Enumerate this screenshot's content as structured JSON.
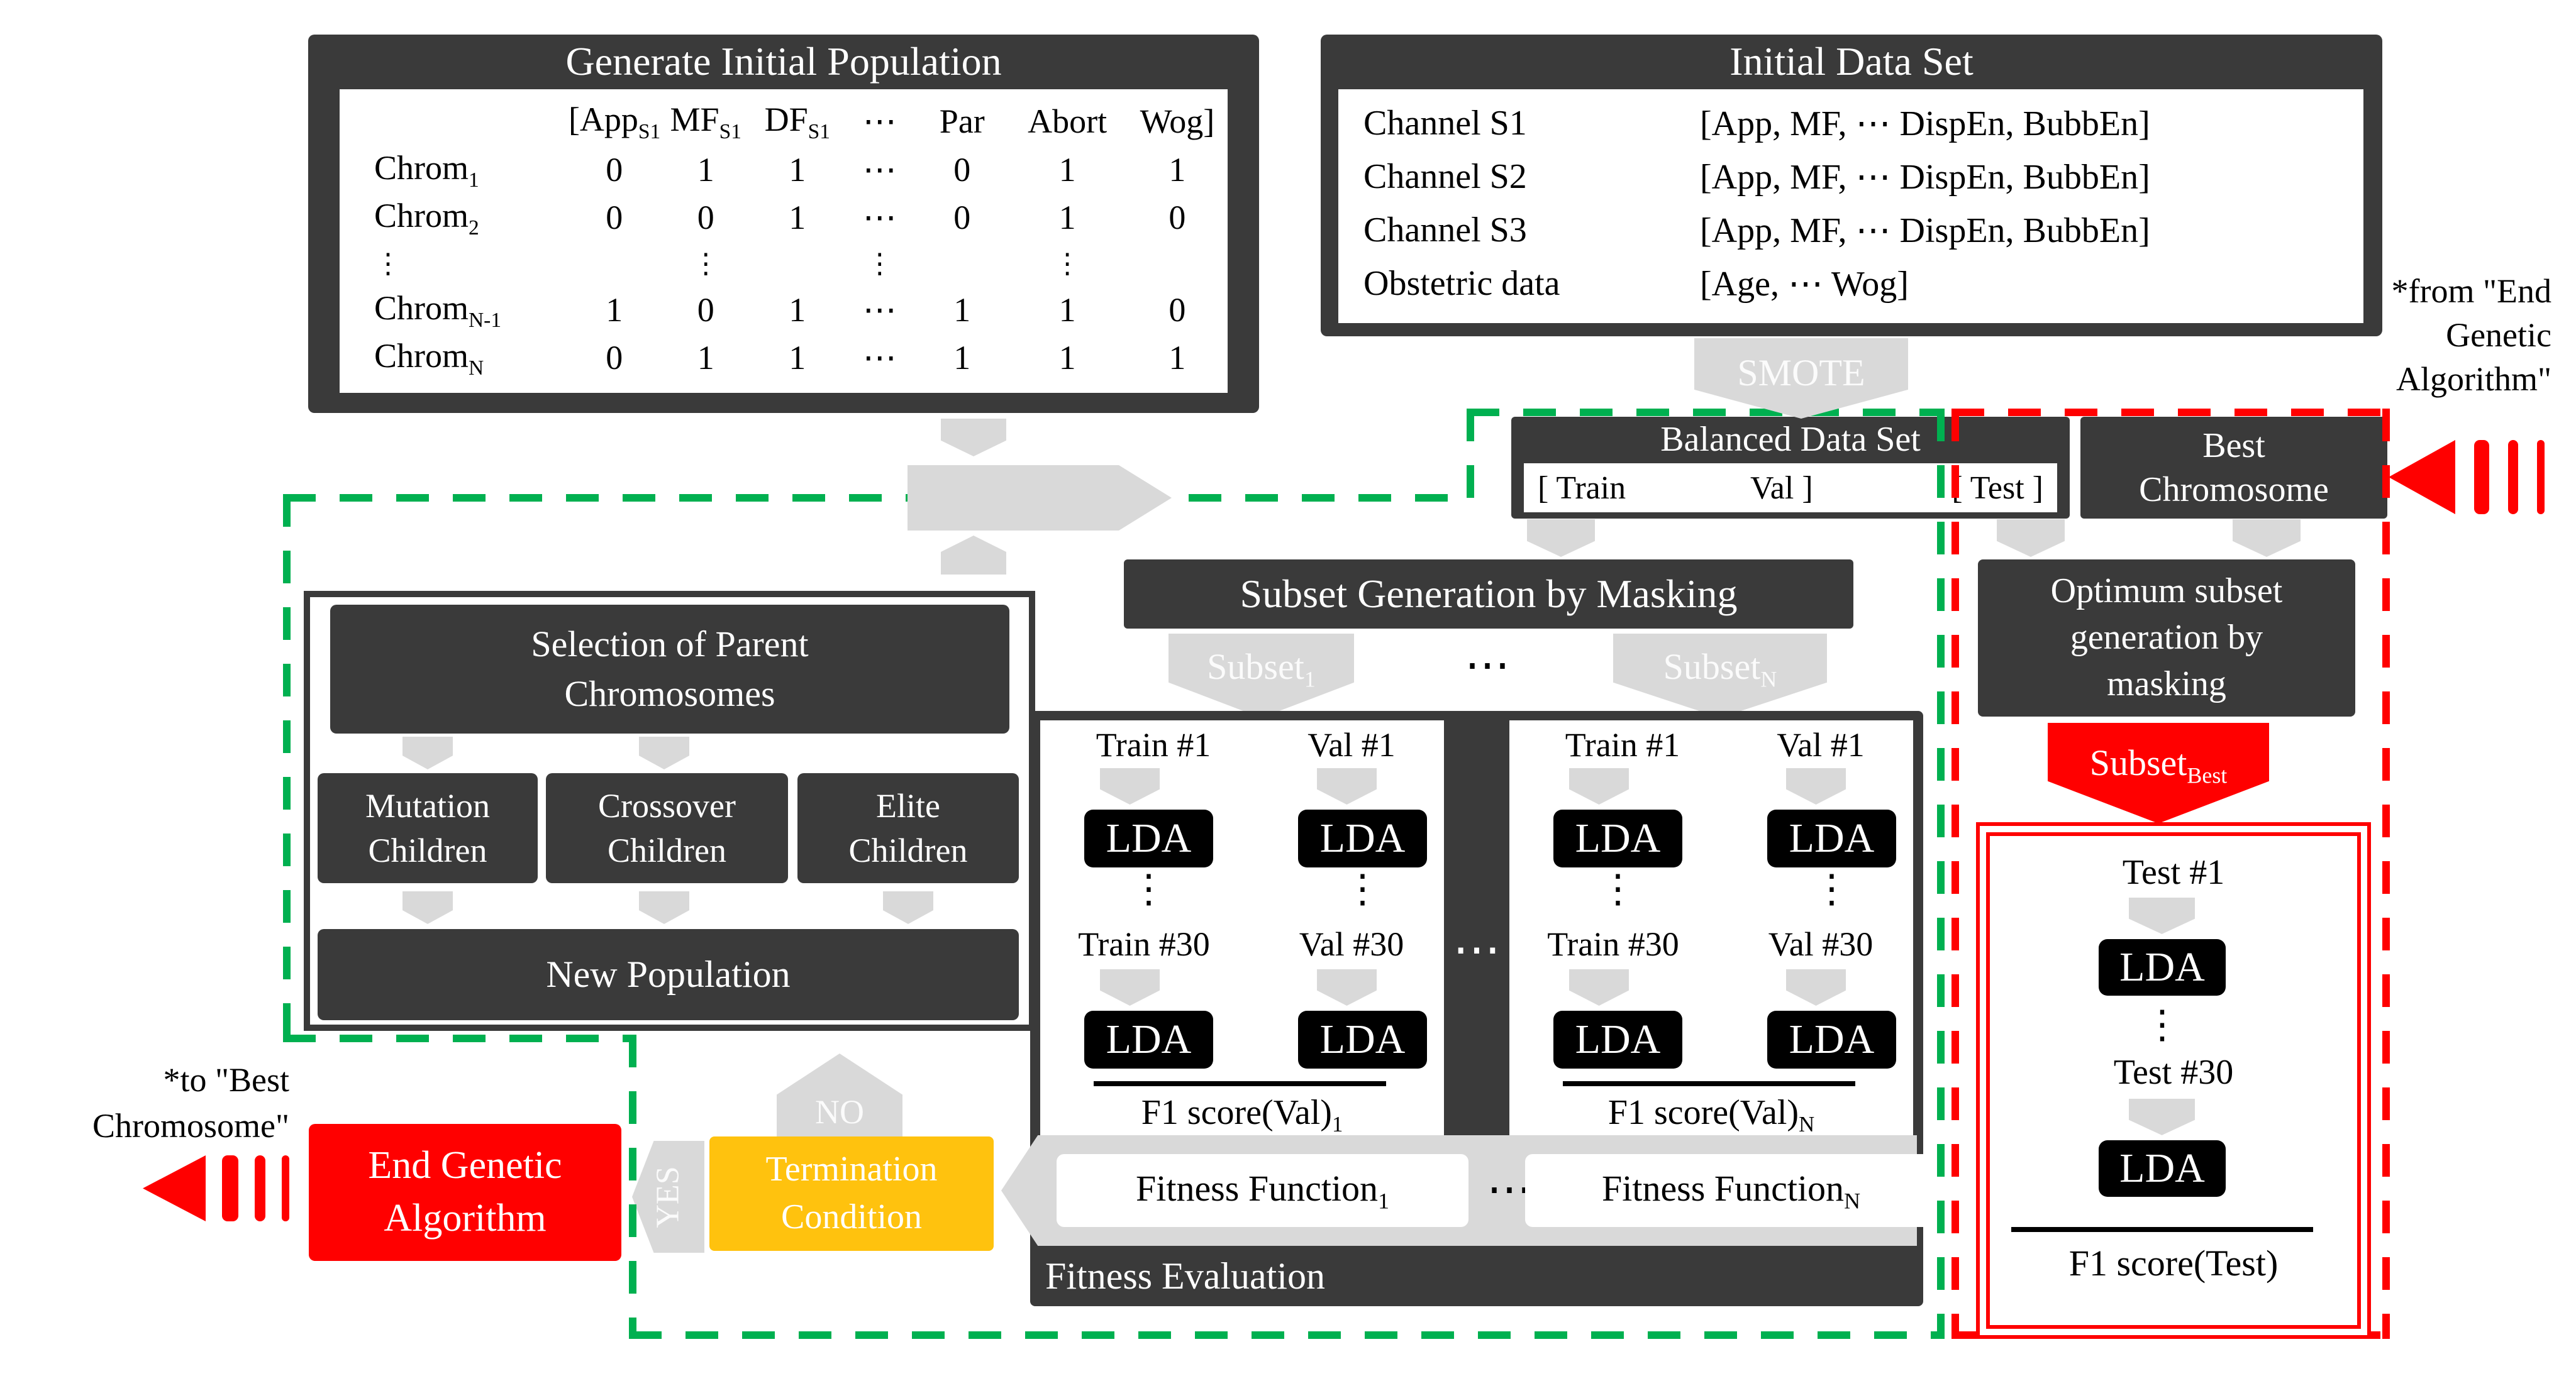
{
  "gen_pop": {
    "title": "Generate Initial Population",
    "header": {
      "c1b": "[App",
      "c1s": "S1",
      "c2b": "MF",
      "c2s": "S1",
      "c3b": "DF",
      "c3s": "S1",
      "c4": "⋯",
      "c5": "Par",
      "c6": "Abort",
      "c7": "Wog]"
    },
    "rows": [
      {
        "lb": "Chrom",
        "ls": "1",
        "v": [
          "0",
          "1",
          "1",
          "⋯",
          "0",
          "1",
          "1"
        ]
      },
      {
        "lb": "Chrom",
        "ls": "2",
        "v": [
          "0",
          "0",
          "1",
          "⋯",
          "0",
          "1",
          "0"
        ]
      },
      {
        "lb": "Chrom",
        "ls": "N-1",
        "v": [
          "1",
          "0",
          "1",
          "⋯",
          "1",
          "1",
          "0"
        ]
      },
      {
        "lb": "Chrom",
        "ls": "N",
        "v": [
          "0",
          "1",
          "1",
          "⋯",
          "1",
          "1",
          "1"
        ]
      }
    ]
  },
  "init_data": {
    "title": "Initial Data Set",
    "rows": [
      {
        "name": "Channel S1",
        "value": "[App, MF, ⋯ DispEn, BubbEn]"
      },
      {
        "name": "Channel S2",
        "value": "[App, MF, ⋯ DispEn, BubbEn]"
      },
      {
        "name": "Channel S3",
        "value": "[App, MF, ⋯ DispEn, BubbEn]"
      },
      {
        "name": "Obstetric data",
        "value": "[Age, ⋯ Wog]"
      }
    ]
  },
  "smote_label": "SMOTE",
  "balanced": {
    "title": "Balanced Data Set",
    "train": "[ Train",
    "val": "Val ]",
    "test": "[ Test ]"
  },
  "best_chrom": {
    "line1": "Best",
    "line2": "Chromosome"
  },
  "from_note": {
    "line1": "*from \"End",
    "line2": "Genetic",
    "line3": "Algorithm\""
  },
  "to_note": {
    "line1": "*to \"Best",
    "line2": "Chromosome\""
  },
  "masking_title": "Subset Generation by Masking",
  "subset1": {
    "base": "Subset",
    "sub": "1"
  },
  "subsetN": {
    "base": "Subset",
    "sub": "N"
  },
  "subset_best": {
    "base": "Subset",
    "sub": "Best"
  },
  "hdots": "⋯",
  "vdots": "⋮",
  "selection": {
    "parent_line1": "Selection of Parent",
    "parent_line2": "Chromosomes",
    "mutation_line1": "Mutation",
    "mutation_line2": "Children",
    "crossover_line1": "Crossover",
    "crossover_line2": "Children",
    "elite_line1": "Elite",
    "elite_line2": "Children",
    "new_population": "New Population"
  },
  "cards": {
    "left": {
      "train_top": "Train #1",
      "val_top": "Val #1",
      "train_bottom": "Train #30",
      "val_bottom": "Val #30",
      "lda": "LDA",
      "f1_base": "F1 score(Val)",
      "f1_sub": "1"
    },
    "right": {
      "train_top": "Train #1",
      "val_top": "Val #1",
      "train_bottom": "Train #30",
      "val_bottom": "Val #30",
      "lda": "LDA",
      "f1_base": "F1 score(Val)",
      "f1_sub": "N"
    }
  },
  "fitness": {
    "fn_base": "Fitness Function",
    "fn1_sub": "1",
    "fnN_sub": "N",
    "label": "Fitness Evaluation"
  },
  "termination": {
    "line1": "Termination",
    "line2": "Condition"
  },
  "no_label": "NO",
  "yes_label": "YES",
  "end_ga": {
    "line1": "End Genetic",
    "line2": "Algorithm"
  },
  "optimum": {
    "line1": "Optimum subset",
    "line2": "generation by",
    "line3": "masking"
  },
  "test_flow": {
    "test1": "Test #1",
    "test30": "Test #30",
    "lda": "LDA",
    "f1": "F1 score(Test)"
  },
  "colors": {
    "dark": "#3a3a3a",
    "gray_arrow": "#d9d9d9",
    "green_dash": "#00b050",
    "red": "#ff0000",
    "orange": "#ffc20e"
  }
}
